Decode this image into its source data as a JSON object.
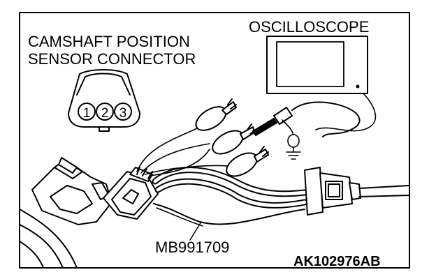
{
  "labels": {
    "connector_line1": "CAMSHAFT POSITION",
    "connector_line2": "SENSOR CONNECTOR",
    "oscilloscope": "OSCILLOSCOPE",
    "harness": "MB991709",
    "figure_code": "AK102976AB",
    "pins": [
      "1",
      "2",
      "3"
    ]
  },
  "colors": {
    "ink": "#000000",
    "paper": "#ffffff"
  }
}
